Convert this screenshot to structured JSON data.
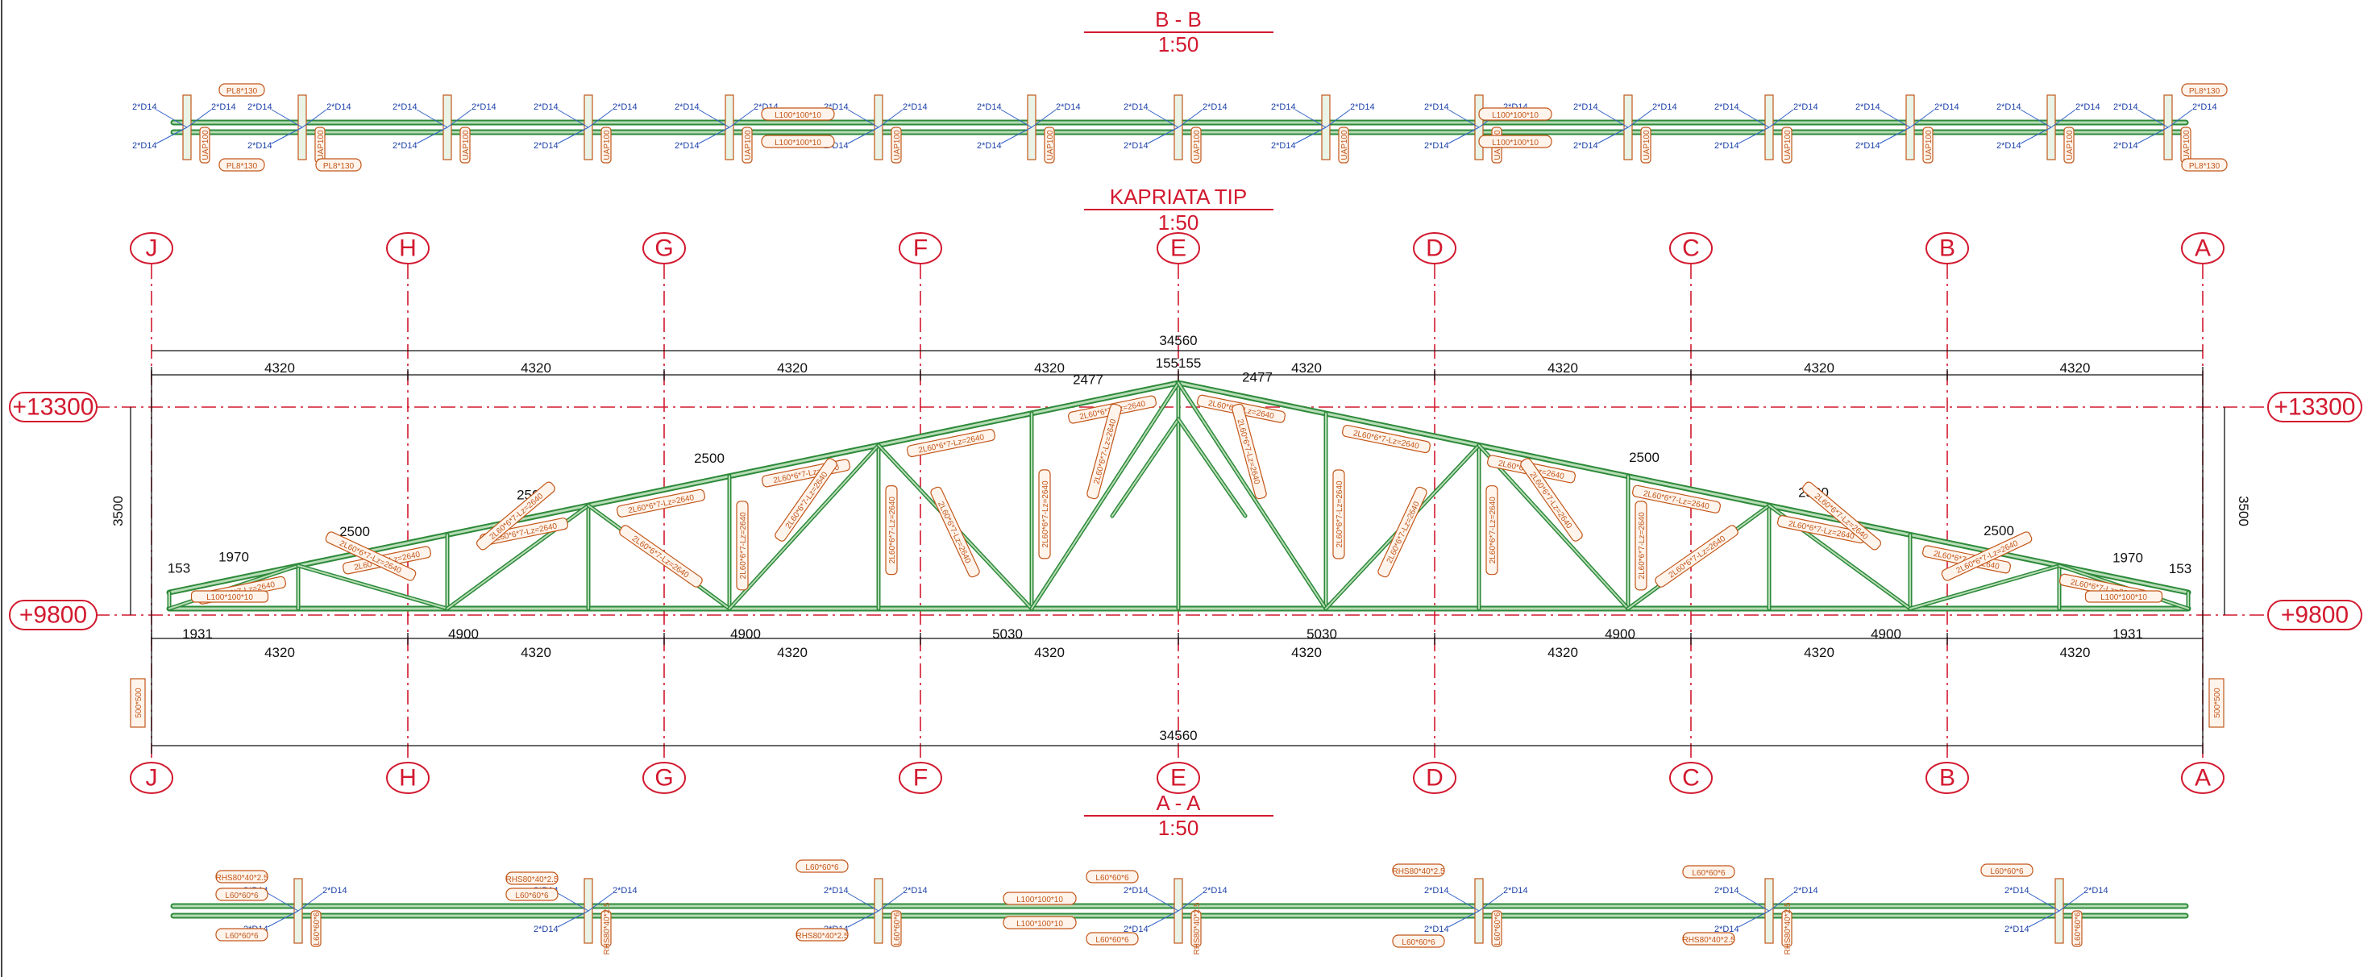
{
  "sections": {
    "bb_title": "B - B",
    "bb_scale": "1:50",
    "main_title": "KAPRIATA TIP",
    "main_scale": "1:50",
    "aa_title": "A - A",
    "aa_scale": "1:50"
  },
  "grid": {
    "axes": [
      "J",
      "H",
      "G",
      "F",
      "E",
      "D",
      "C",
      "B",
      "A"
    ]
  },
  "elevations": {
    "top": "+13300",
    "bottom": "+9800"
  },
  "dimensions": {
    "overall_top": "34560",
    "overall_bottom": "34560",
    "bay": "4320",
    "height": "3500",
    "ridge_split": "155155",
    "top_chord_segments": [
      "153",
      "1970",
      "2500",
      "2500",
      "2500",
      "2477",
      "2477",
      "2500",
      "2500",
      "2500",
      "1970",
      "153"
    ],
    "bottom_chord_segments": [
      "1931",
      "4900",
      "4900",
      "5030",
      "5030",
      "4900",
      "4900",
      "1931"
    ],
    "support_left": "500*500",
    "support_right": "500*500"
  },
  "labels": {
    "bars": "2*D14",
    "plate": "PL8*130",
    "upe": "UAP100",
    "angle_bracing": "L100*100*10",
    "angle_small": "L60*60*6",
    "rhs": "RHS80*40*2.5",
    "web_member": "2L60*6*7-Lz=2640"
  }
}
